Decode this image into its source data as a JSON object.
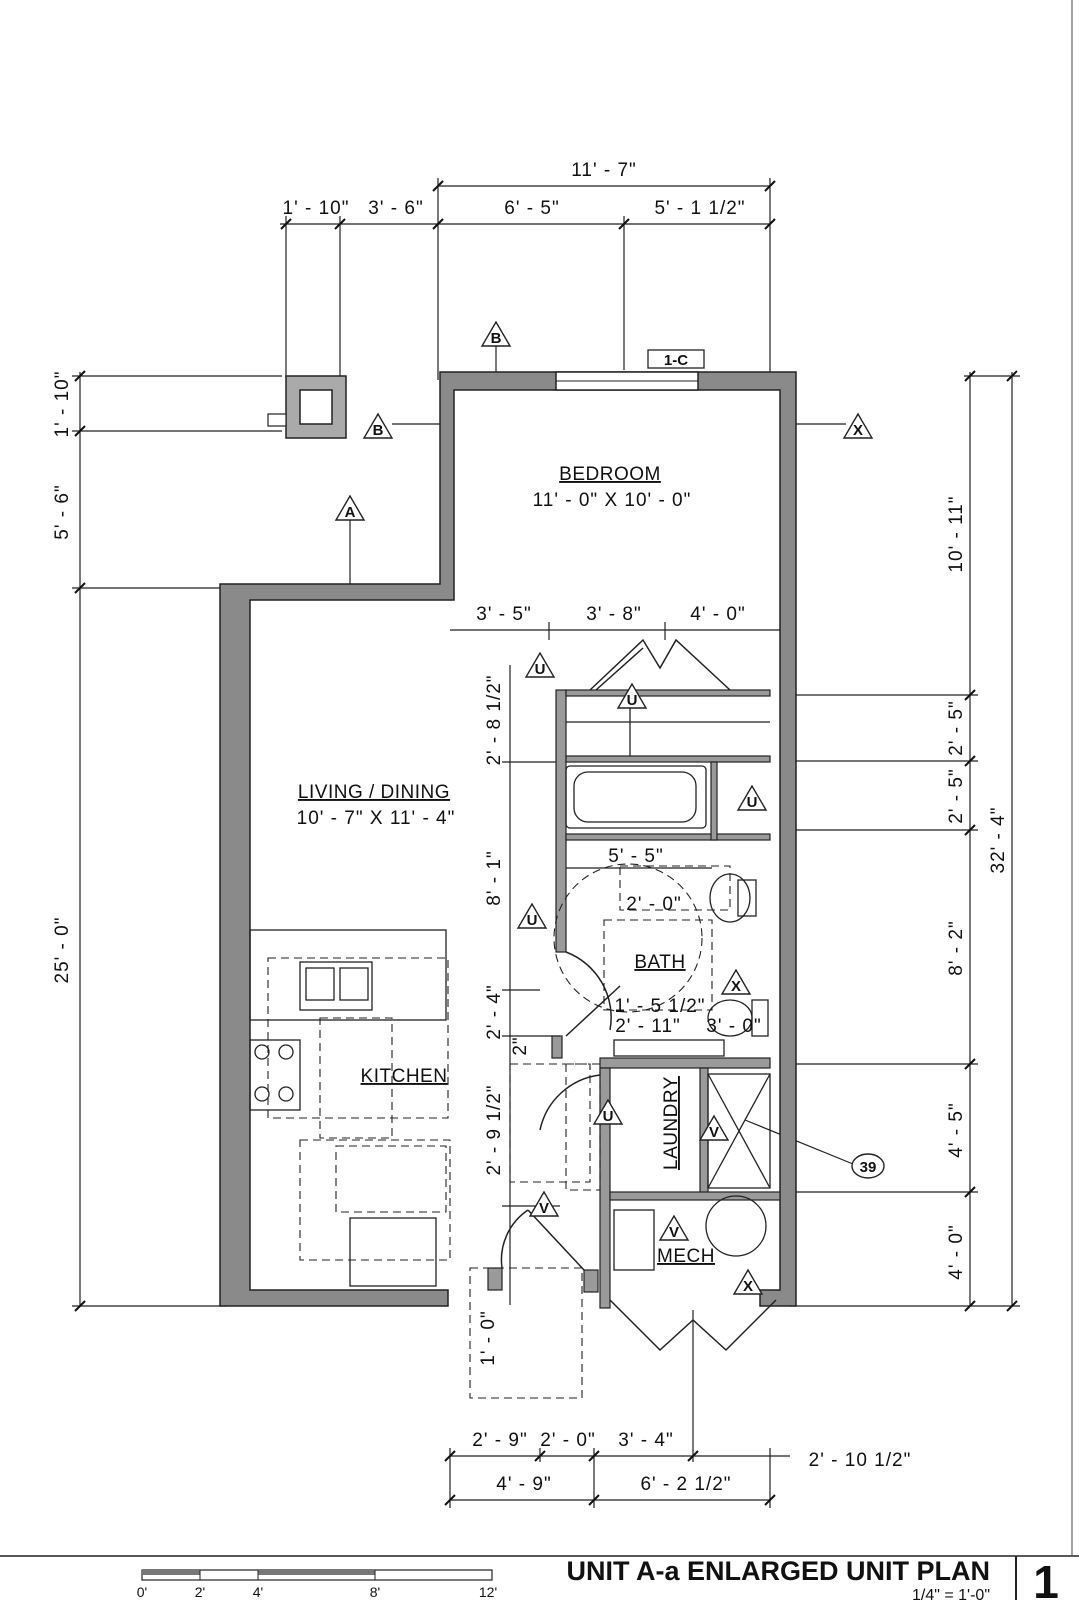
{
  "title": "UNIT A-a ENLARGED UNIT PLAN",
  "scale": "1/4\" = 1'-0\"",
  "sheet_number": "1",
  "scale_bar": [
    "0'",
    "2'",
    "4'",
    "8'",
    "12'"
  ],
  "rooms": {
    "bedroom": {
      "name": "BEDROOM",
      "size": "11' - 0\" X 10' - 0\""
    },
    "living": {
      "name": "LIVING / DINING",
      "size": "10' - 7\" X 11' - 4\""
    },
    "kitchen": {
      "name": "KITCHEN"
    },
    "bath": {
      "name": "BATH"
    },
    "laundry": {
      "name": "LAUNDRY"
    },
    "mech": {
      "name": "MECH"
    }
  },
  "dimensions": {
    "top_overall": "11' - 7\"",
    "top_a": "1' - 10\"",
    "top_b": "3' - 6\"",
    "top_c": "6' - 5\"",
    "top_d": "5' - 1 1/2\"",
    "left_a": "1' - 10\"",
    "left_b": "5' - 6\"",
    "left_c": "25' - 0\"",
    "right_overall": "32' - 4\"",
    "right_a": "10' - 11\"",
    "right_b": "2' - 5\"",
    "right_c": "2' - 5\"",
    "right_d": "8' - 2\"",
    "right_e": "4' - 5\"",
    "right_f": "4' - 0\"",
    "bed_a": "3' - 5\"",
    "bed_b": "3' - 8\"",
    "bed_c": "4' - 0\"",
    "int_a": "2' - 8 1/2\"",
    "int_b": "8' - 1\"",
    "int_c": "2' - 4\"",
    "int_d": "2\"",
    "int_e": "2' - 9 1/2\"",
    "int_f": "1' - 0\"",
    "bath_a": "5' - 5\"",
    "bath_b": "2' - 0\"",
    "bath_c": "1' - 5 1/2\"",
    "bath_d": "2' - 11\"",
    "bath_e": "3' - 0\"",
    "bot_a": "2' - 9\"",
    "bot_b": "2' - 0\"",
    "bot_c": "3' - 4\"",
    "bot_d": "2' - 10 1/2\"",
    "bot_e": "4' - 9\"",
    "bot_f": "6' - 2 1/2\""
  },
  "tags": {
    "wall_b": "B",
    "wall_a": "A",
    "wall_x": "X",
    "wall_u": "U",
    "wall_v": "V",
    "window": "1-C",
    "keynote": "39"
  }
}
